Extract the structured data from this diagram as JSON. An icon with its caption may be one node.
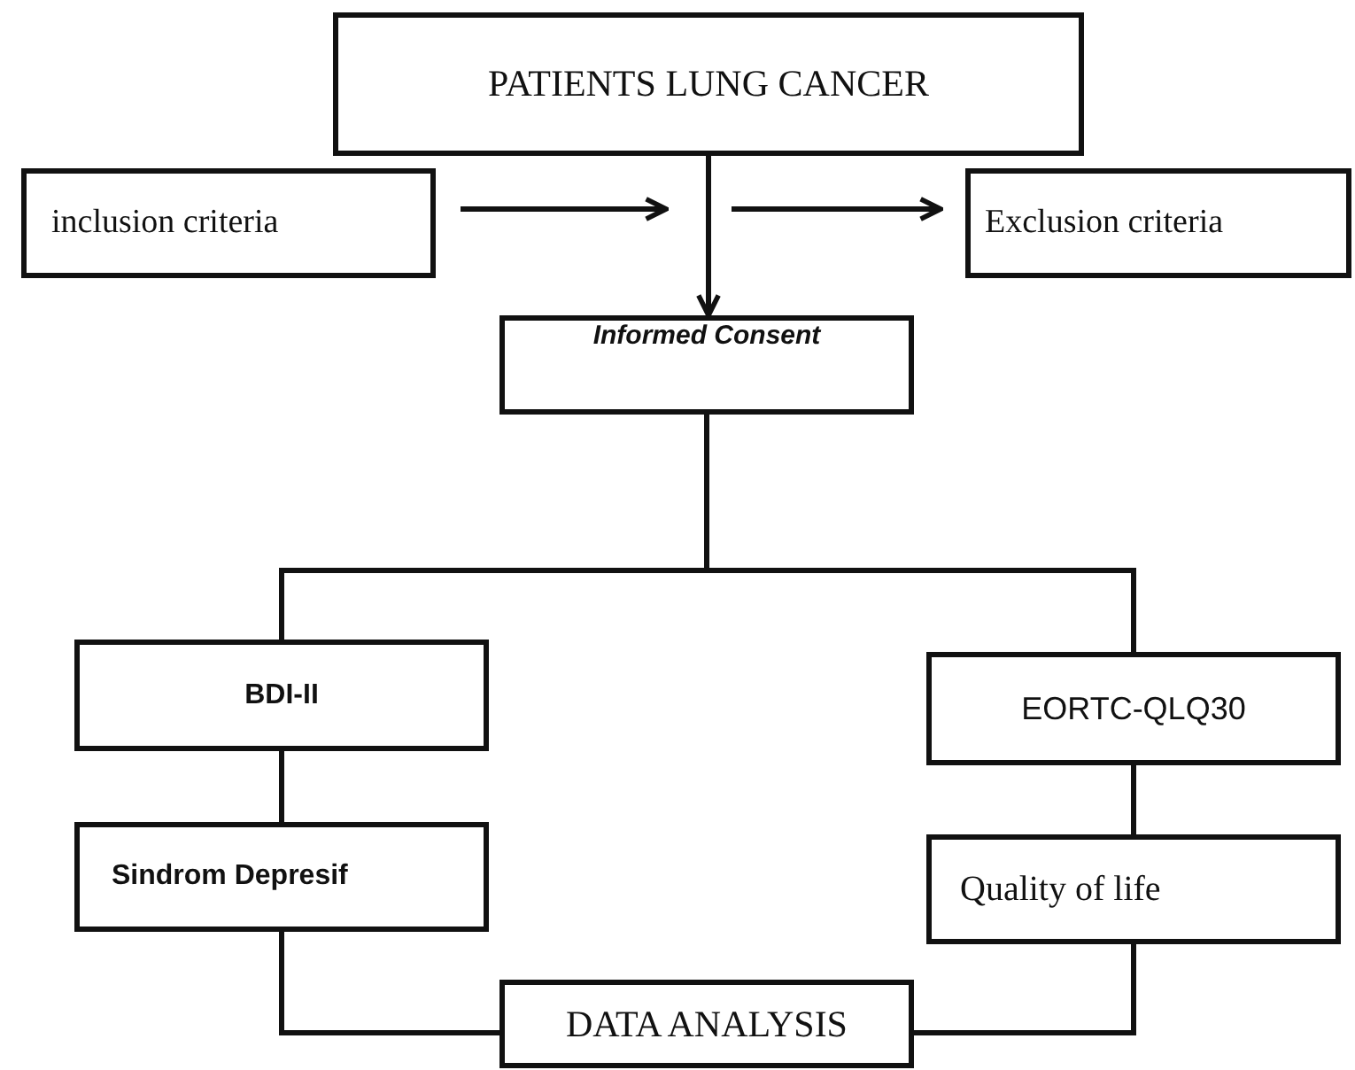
{
  "diagram": {
    "nodes": [
      {
        "text": [
          "PATIENTS LUNG CANCER"
        ]
      },
      {
        "text": [
          "inclusion criteria"
        ]
      },
      {
        "text": [
          "Exclusion criteria"
        ]
      },
      {
        "text": [
          "Informed Consent"
        ]
      },
      {
        "text": [
          "BDI-II"
        ]
      },
      {
        "text": [
          "EORTC-QLQ30"
        ]
      },
      {
        "text": [
          "Sindrom Depresif"
        ]
      },
      {
        "text": [
          "Quality of life"
        ]
      },
      {
        "text": [
          "DATA ANALYSIS"
        ]
      }
    ],
    "edges": [
      {
        "from": 0,
        "to": 3,
        "arrow": "to"
      },
      {
        "from": 1,
        "to": 0,
        "arrow": "to"
      },
      {
        "from": null,
        "to": 2,
        "arrow": "to"
      },
      {
        "from": 3,
        "to": 4,
        "arrow": "none"
      },
      {
        "from": 3,
        "to": 5,
        "arrow": "none"
      },
      {
        "from": 4,
        "to": 6,
        "arrow": "none"
      },
      {
        "from": 5,
        "to": 7,
        "arrow": "none"
      },
      {
        "from": 6,
        "to": 8,
        "arrow": "none"
      },
      {
        "from": 7,
        "to": 8,
        "arrow": "none"
      }
    ]
  }
}
